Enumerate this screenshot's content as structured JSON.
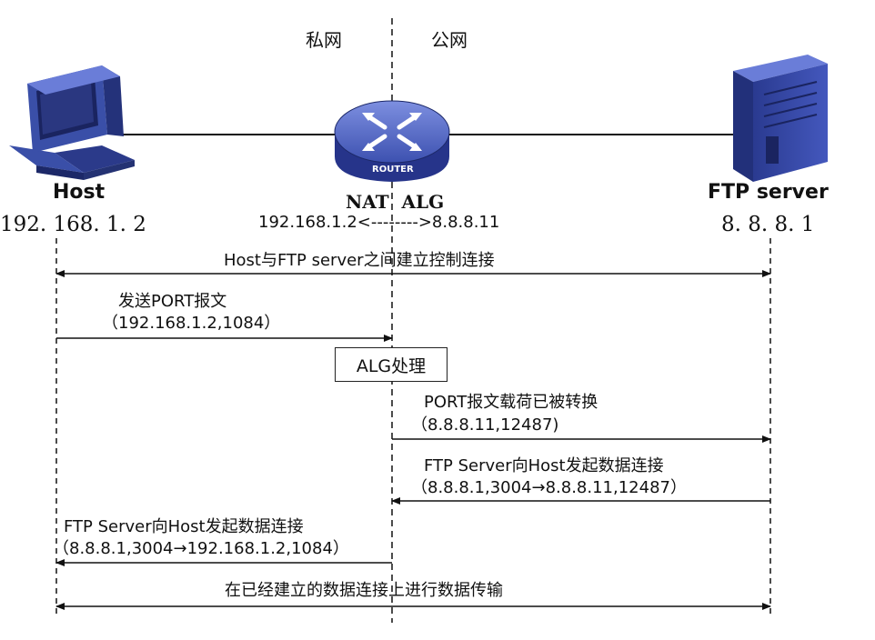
{
  "zones": {
    "private": "私网",
    "public": "公网"
  },
  "devices": {
    "host": {
      "name": "Host",
      "ip": "192. 168. 1. 2",
      "icon": "computer-icon"
    },
    "router": {
      "name": "NAT  ALG",
      "badge": "ROUTER",
      "ip_mapping": "192.168.1.2<-------->8.8.8.11",
      "icon": "router-icon"
    },
    "server": {
      "name": "FTP server",
      "ip": "8. 8. 8. 1",
      "icon": "server-icon"
    }
  },
  "messages": [
    {
      "text": "Host与FTP server之间建立控制连接"
    },
    {
      "text": "发送PORT报文",
      "sub": "（192.168.1.2,1084）"
    },
    {
      "text": "PORT报文载荷已被转换",
      "sub": "（8.8.8.11,12487)"
    },
    {
      "text": "FTP Server向Host发起数据连接",
      "sub": "（8.8.8.1,3004→8.8.8.11,12487）"
    },
    {
      "text": "FTP Server向Host发起数据连接",
      "sub": "（8.8.8.1,3004→192.168.1.2,1084）"
    },
    {
      "text": "在已经建立的数据连接上进行数据传输"
    }
  ],
  "alg_process": "ALG处理",
  "colors": {
    "line": "#111111",
    "device_blue": "#3a4fa8",
    "device_dark": "#1f2d78",
    "router_top": "#5a6fd0"
  }
}
